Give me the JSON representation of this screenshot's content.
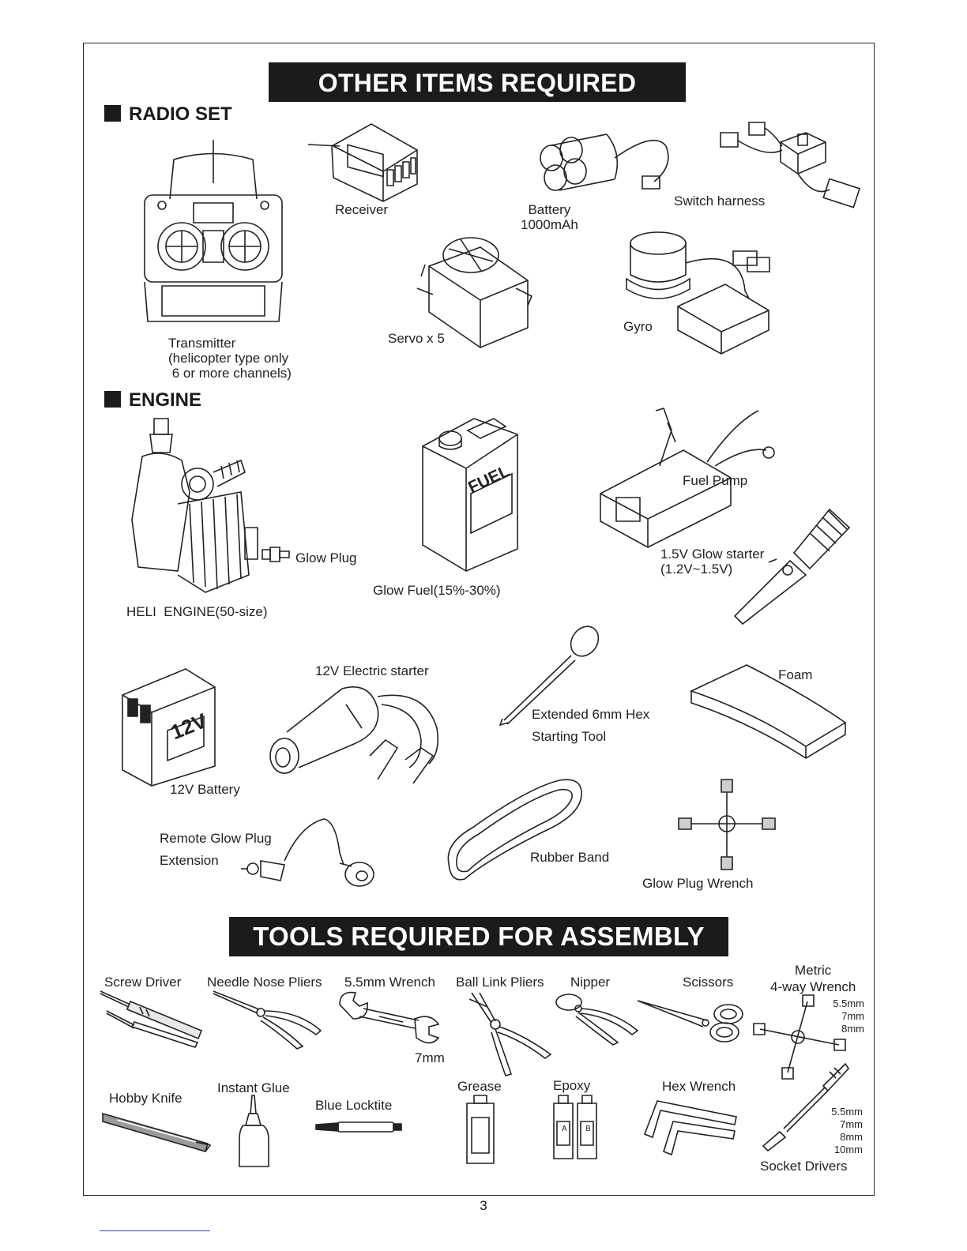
{
  "headings": {
    "other_items": "OTHER ITEMS REQUIRED",
    "tools": "TOOLS REQUIRED FOR ASSEMBLY"
  },
  "sections": {
    "radio_set": "RADIO SET",
    "engine": "ENGINE"
  },
  "radio_set": {
    "transmitter": "Transmitter\n(helicopter type only\n 6 or more channels)",
    "receiver": "Receiver",
    "battery": "Battery\n1000mAh",
    "switch_harness": "Switch harness",
    "servo": "Servo x 5",
    "gyro": "Gyro"
  },
  "engine": {
    "heli_engine": "HELI  ENGINE(50-size)",
    "glow_plug": "Glow Plug",
    "glow_fuel": "Glow Fuel(15%-30%)",
    "fuel_label": "FUEL",
    "fuel_pump": "Fuel Pump",
    "glow_starter": "1.5V Glow starter\n(1.2V~1.5V)",
    "battery_12v": "12V Battery",
    "battery_12v_marking": "12V",
    "electric_starter": "12V Electric starter",
    "hex_tool": "Extended 6mm Hex\nStarting Tool",
    "foam": "Foam",
    "glow_ext": "Remote Glow Plug\nExtension",
    "rubber_band": "Rubber Band",
    "glow_wrench": "Glow Plug Wrench"
  },
  "tools": {
    "screw_driver": "Screw Driver",
    "needle_pliers": "Needle Nose Pliers",
    "wrench_55": "5.5mm Wrench",
    "wrench_7": "7mm",
    "ball_link": "Ball Link Pliers",
    "nipper": "Nipper",
    "scissors": "Scissors",
    "metric_wrench": "Metric\n4-way Wrench",
    "metric_sizes": "5.5mm\n7mm\n8mm",
    "hobby_knife": "Hobby Knife",
    "instant_glue": "Instant Glue",
    "locktite": "Blue Locktite",
    "grease": "Grease",
    "epoxy": "Epoxy",
    "epoxy_a": "A",
    "epoxy_b": "B",
    "hex_wrench": "Hex Wrench",
    "socket_sizes": "5.5mm\n7mm\n8mm\n10mm",
    "socket_drivers": "Socket Drivers"
  },
  "page_number": "3"
}
